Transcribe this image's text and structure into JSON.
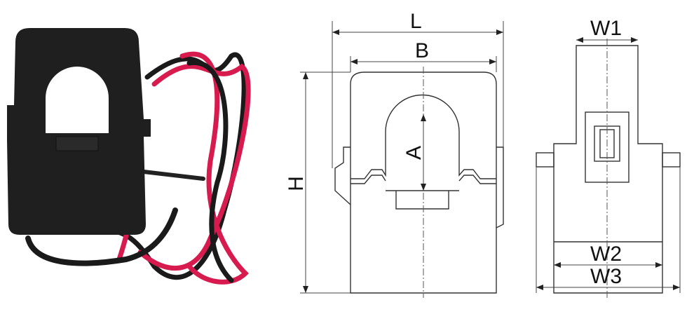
{
  "figure": {
    "photo": {
      "body_color": "#1f1f1f",
      "cable_red": "#d81b4f",
      "cable_black": "#1a1a1a"
    },
    "front_view": {
      "labels": {
        "length": "L",
        "width": "B",
        "height": "H",
        "aperture": "A"
      }
    },
    "side_view": {
      "labels": {
        "w1": "W1",
        "w2": "W2",
        "w3": "W3"
      }
    }
  }
}
